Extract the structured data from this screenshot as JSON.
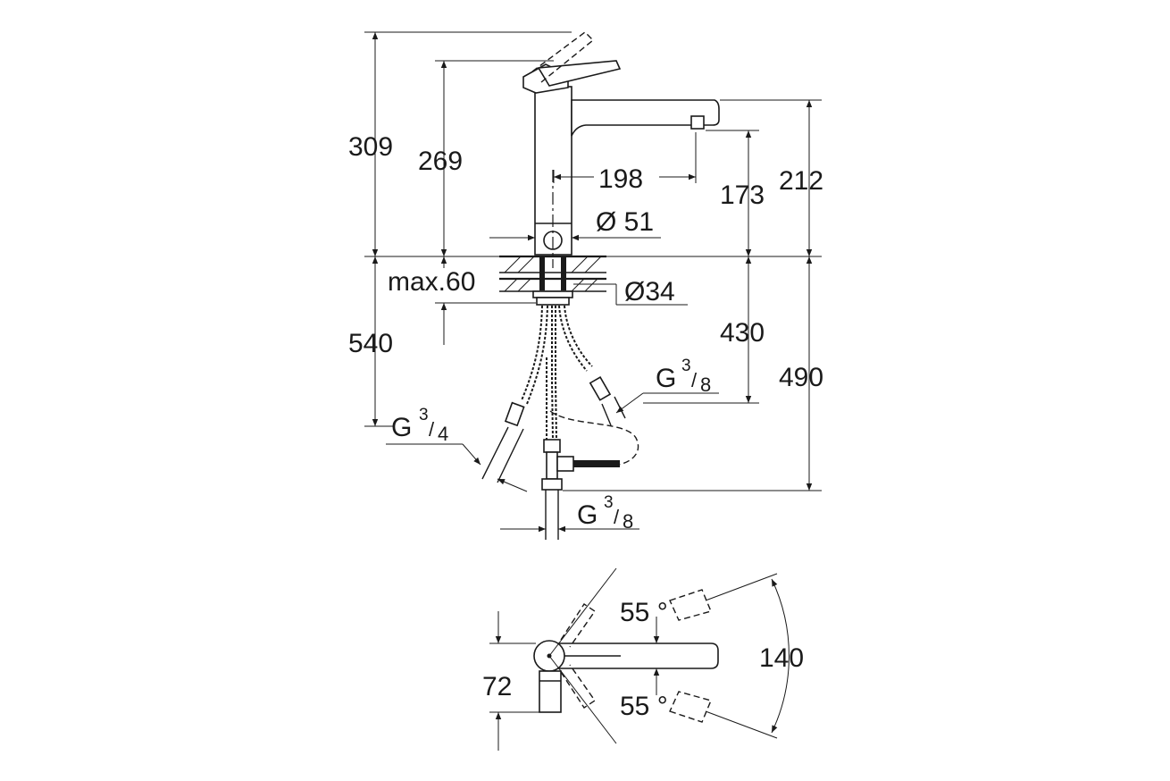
{
  "dimensions": {
    "total_height": "309",
    "lever_height": "269",
    "spout_height": "212",
    "outlet_height": "173",
    "spout_reach": "198",
    "body_diameter": "Ø 51",
    "deck_thickness": "max.60",
    "hole_diameter": "Ø34",
    "hose_length_left": "540",
    "hose_length_right": "490",
    "supply_length": "430",
    "connection_left": {
      "letter": "G",
      "num": "3",
      "den": "4"
    },
    "connection_right": {
      "letter": "G",
      "num": "3",
      "den": "8"
    },
    "connection_bottom": {
      "letter": "G",
      "num": "3",
      "den": "8"
    },
    "swivel_angle_top": "55 °",
    "swivel_angle_bottom": "55 °",
    "swivel_span": "140",
    "lever_offset": "72"
  }
}
